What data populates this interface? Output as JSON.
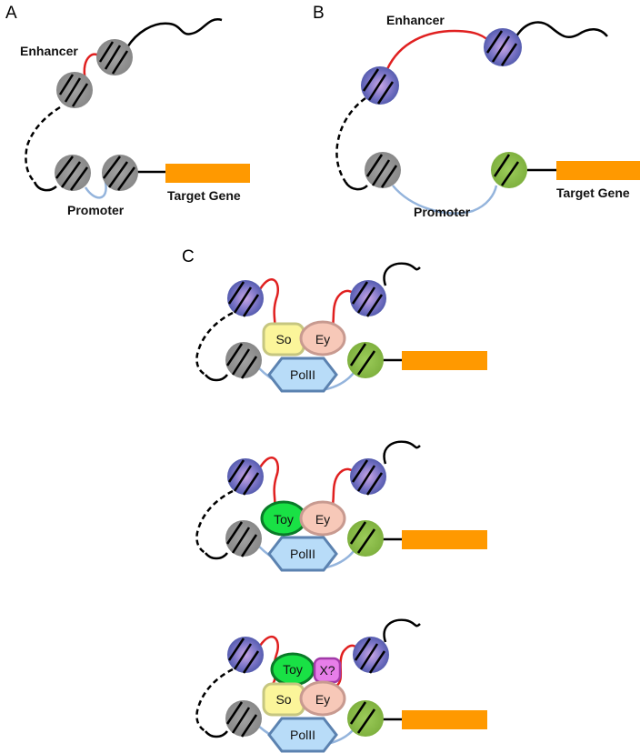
{
  "panels": {
    "a": "A",
    "b": "B",
    "c": "C"
  },
  "labels": {
    "enhancer": "Enhancer",
    "promoter": "Promoter",
    "target_gene": "Target Gene"
  },
  "factors": {
    "so": "So",
    "ey": "Ey",
    "toy": "Toy",
    "x": "X?",
    "polii": "PolII"
  },
  "colors": {
    "gray_nucleosome": "#8c8c8c",
    "blue_nucleosome": "#5a64b4",
    "green_nucleosome": "#86b743",
    "gene": "#ff9900",
    "enhancer_dna": "#e02020",
    "promoter_dna": "#94b4dc",
    "so_fill": "#fbf59a",
    "ey_fill": "#f7c8b8",
    "toy_fill": "#19e145",
    "x_fill": "#e77ee9",
    "polii_fill": "#b8dcf8"
  }
}
